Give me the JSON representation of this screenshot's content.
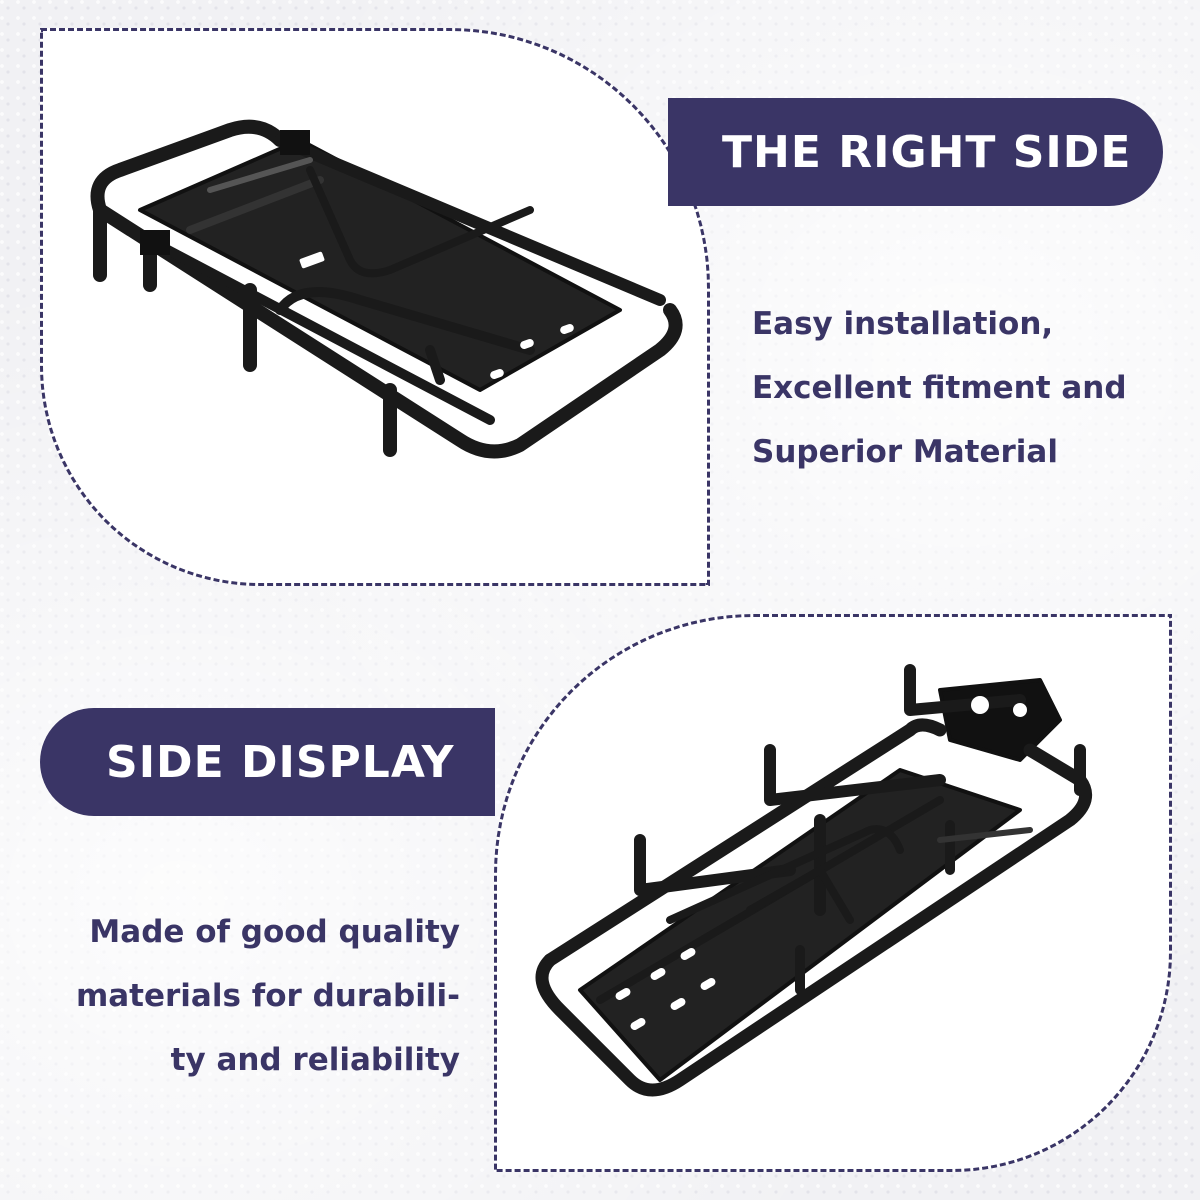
{
  "sections": [
    {
      "title": "THE RIGHT SIDE",
      "description": [
        "Easy installation,",
        "Excellent fitment and",
        "Superior Material"
      ]
    },
    {
      "title": "SIDE DISPLAY",
      "description": [
        "Made of good quality",
        "materials for durabili-",
        "ty and reliability"
      ]
    }
  ],
  "colors": {
    "accent": "#3a3566",
    "rack": "#1a1a1a",
    "panel": "#ffffff",
    "background": "#f1f1f4"
  }
}
